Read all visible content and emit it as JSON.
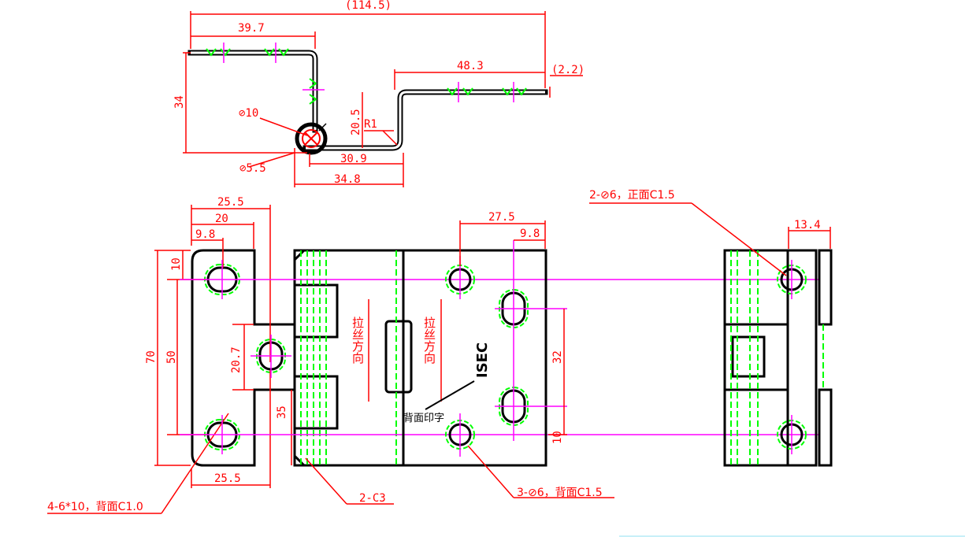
{
  "colors": {
    "dim": "#ff0000",
    "outline": "#000000",
    "centerline": "#ff00ff",
    "hidden": "#00ff00"
  },
  "top_view": {
    "overall": "(114.5)",
    "left_flange": "39.7",
    "right_flange": "48.3",
    "thickness": "(2.2)",
    "height": "34",
    "pin_hole": "⊘10",
    "bend_radius": "R1",
    "offset": "20.5",
    "center_dist": "30.9",
    "bottom_dist": "34.8",
    "small_hole": "⊘5.5"
  },
  "left_leaf": {
    "width_top": "25.5",
    "width_20": "20",
    "edge_9_8": "9.8",
    "height_70": "70",
    "height_50": "50",
    "edge_10": "10",
    "slot_20_7": "20.7",
    "width_35": "35",
    "width_bottom": "25.5",
    "note_slots": "4-6*10，背面C1.0",
    "note_chamfer": "2-C3"
  },
  "right_leaf": {
    "hole_dist": "27.5",
    "edge_9_8": "9.8",
    "dist_32": "32",
    "edge_10": "10",
    "brush1": "拉丝方向",
    "brush2": "拉丝方向",
    "brand": "ISEC",
    "print_note": "背面印字",
    "note_holes": "3-⊘6，背面C1.5"
  },
  "side_view": {
    "width": "13.4",
    "note_holes": "2-⊘6，正面C1.5"
  }
}
